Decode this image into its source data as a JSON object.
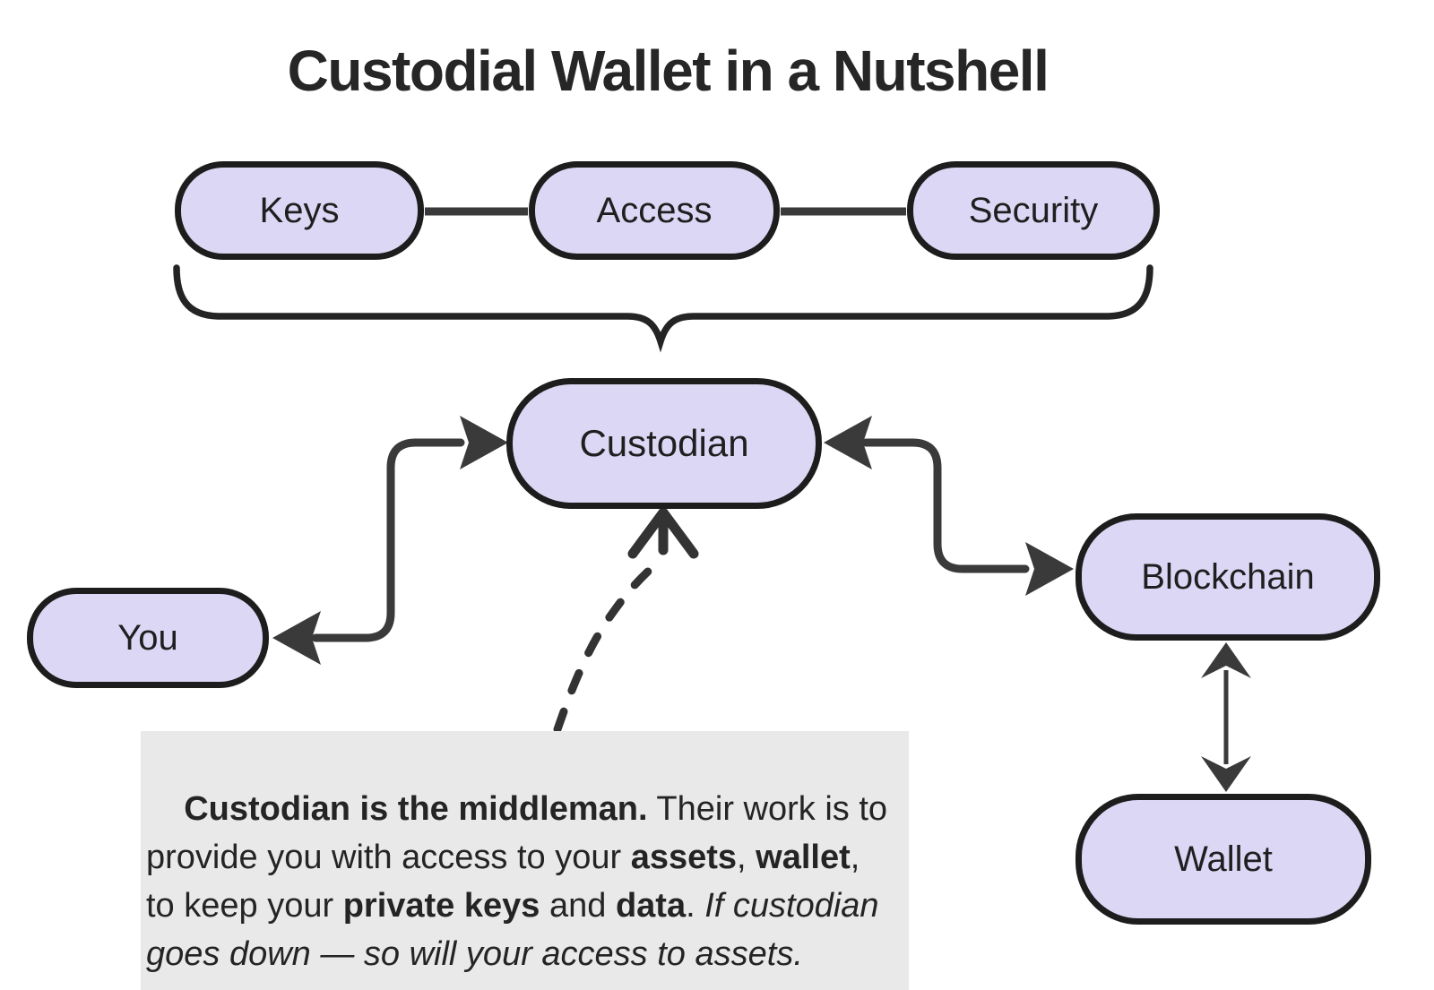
{
  "title": "Custodial Wallet in a Nutshell",
  "theme": {
    "node-fill": "#dcd7f5",
    "node-border": "#1d1d1d",
    "connector": "#3a3a3a",
    "brace": "#242424",
    "text": "#1f1f1f",
    "annotation-bg": "#e9e9e9",
    "background": "#ffffff"
  },
  "nodes": {
    "keys": {
      "label": "Keys"
    },
    "access": {
      "label": "Access"
    },
    "security": {
      "label": "Security"
    },
    "custodian": {
      "label": "Custodian"
    },
    "you": {
      "label": "You"
    },
    "blockchain": {
      "label": "Blockchain"
    },
    "wallet": {
      "label": "Wallet"
    }
  },
  "edges": [
    {
      "from": "keys",
      "to": "access",
      "style": "plain-line"
    },
    {
      "from": "access",
      "to": "security",
      "style": "plain-line"
    },
    {
      "from": "keys-access-security",
      "to": "custodian",
      "style": "curly-brace"
    },
    {
      "from": "you",
      "to": "custodian",
      "style": "double-arrow-elbow"
    },
    {
      "from": "custodian",
      "to": "blockchain",
      "style": "double-arrow-elbow"
    },
    {
      "from": "blockchain",
      "to": "wallet",
      "style": "double-arrow-straight"
    },
    {
      "from": "annotation",
      "to": "custodian",
      "style": "dashed-open-arrow"
    }
  ],
  "annotation": {
    "segments": [
      {
        "style": "bold",
        "text": "Custodian is the middleman."
      },
      {
        "style": "normal",
        "text": " Their work is to\nprovide you with access to your "
      },
      {
        "style": "bold",
        "text": "assets"
      },
      {
        "style": "normal",
        "text": ", "
      },
      {
        "style": "bold",
        "text": "wallet"
      },
      {
        "style": "normal",
        "text": ",\nto keep your "
      },
      {
        "style": "bold",
        "text": "private keys"
      },
      {
        "style": "normal",
        "text": " and "
      },
      {
        "style": "bold",
        "text": "data"
      },
      {
        "style": "normal",
        "text": ". "
      },
      {
        "style": "italic",
        "text": "If custodian\ngoes down — so will your access to assets."
      }
    ]
  }
}
